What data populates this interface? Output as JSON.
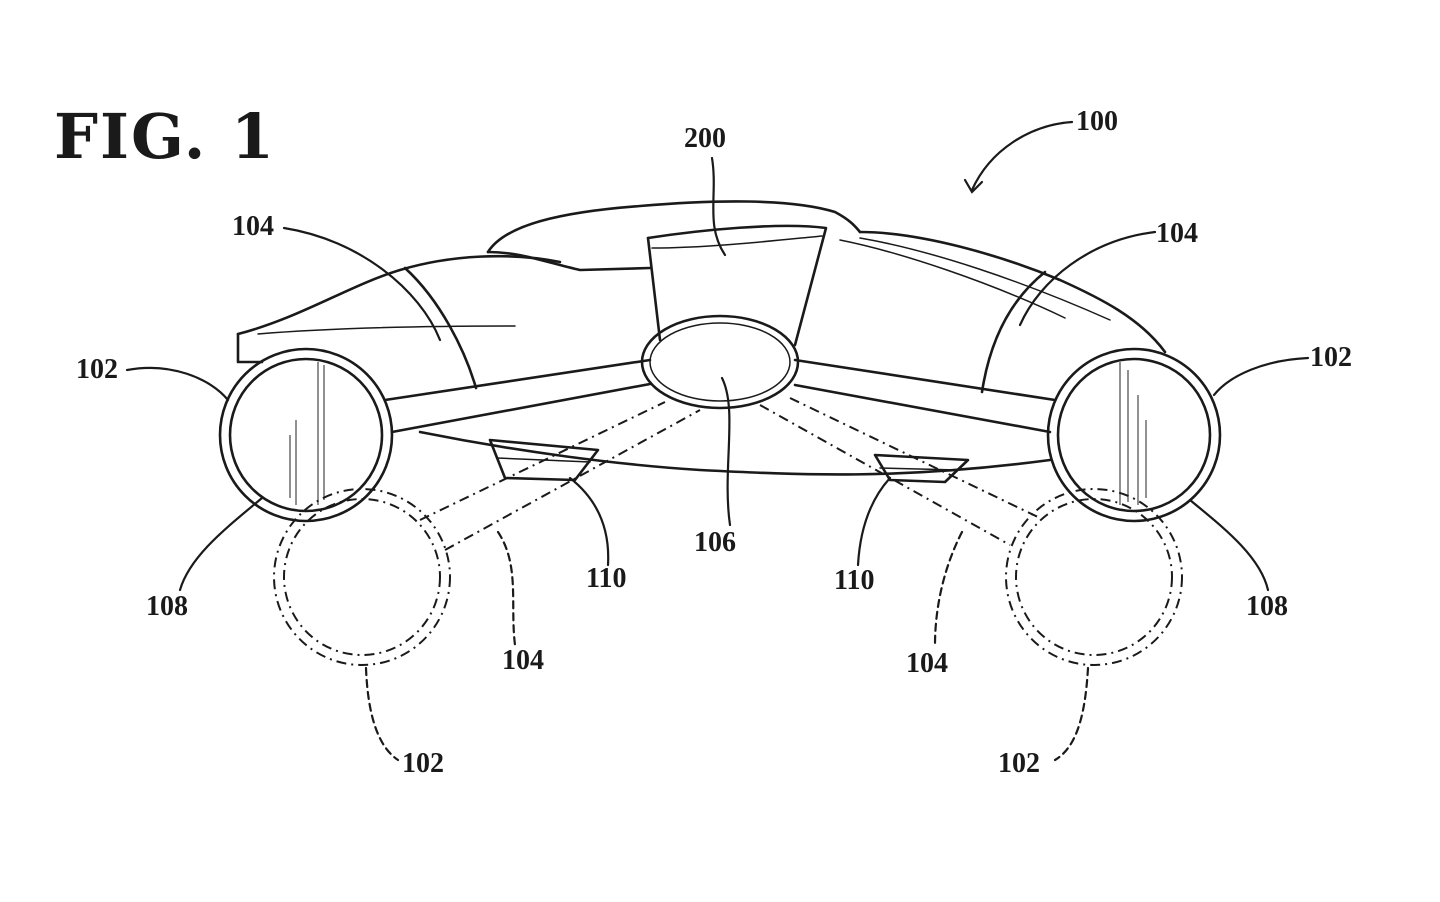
{
  "figure": {
    "title": "FIG. 1",
    "refs": {
      "r100": "100",
      "r200": "200",
      "r104_top_left": "104",
      "r104_top_right": "104",
      "r102_left": "102",
      "r102_right": "102",
      "r106": "106",
      "r110_left": "110",
      "r110_right": "110",
      "r108_left": "108",
      "r108_right": "108",
      "r104_bottom_left": "104",
      "r104_bottom_right": "104",
      "r102_bottom_left": "102",
      "r102_bottom_right": "102"
    }
  }
}
